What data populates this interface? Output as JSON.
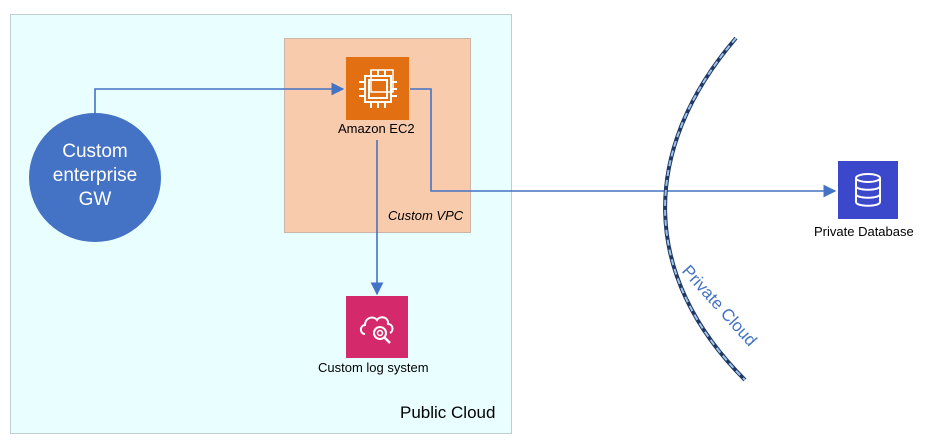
{
  "public_cloud": {
    "label": "Public Cloud"
  },
  "custom_vpc": {
    "label": "Custom VPC"
  },
  "gateway": {
    "lines": [
      "Custom",
      "enterprise",
      "GW"
    ]
  },
  "ec2": {
    "label": "Amazon EC2",
    "icon": "ec2-chip-icon"
  },
  "log_system": {
    "label": "Custom log system",
    "icon": "cloud-search-icon"
  },
  "database": {
    "label": "Private Database",
    "icon": "database-icon"
  },
  "private_cloud": {
    "label": "Private Cloud"
  },
  "colors": {
    "public_cloud_fill": "#e8feff",
    "vpc_fill": "#f8cbad",
    "gateway_fill": "#4472c4",
    "ec2_fill": "#e27013",
    "log_fill": "#d4296a",
    "db_fill": "#3b48cc",
    "connector": "#4472c4"
  }
}
